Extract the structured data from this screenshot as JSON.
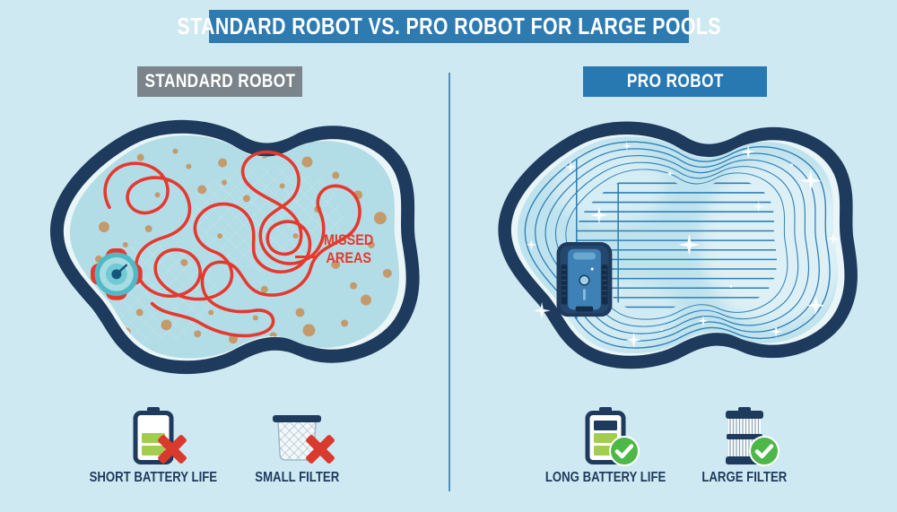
{
  "banner": {
    "title": "STANDARD ROBOT VS. PRO ROBOT FOR LARGE POOLS"
  },
  "standard": {
    "header": "STANDARD ROBOT",
    "pool_annotation": {
      "line1": "MISSED",
      "line2": "AREAS"
    },
    "features": [
      {
        "icon": "battery-low-icon",
        "status_icon": "x-mark-icon",
        "status": "negative",
        "label": "SHORT BATTERY LIFE"
      },
      {
        "icon": "mesh-net-filter-icon",
        "status_icon": "x-mark-icon",
        "status": "negative",
        "label": "SMALL FILTER"
      }
    ]
  },
  "pro": {
    "header": "PRO ROBOT",
    "features": [
      {
        "icon": "battery-full-icon",
        "status_icon": "check-mark-icon",
        "status": "positive",
        "label": "LONG BATTERY LIFE"
      },
      {
        "icon": "cartridge-filter-icon",
        "status_icon": "check-mark-icon",
        "status": "positive",
        "label": "LARGE FILTER"
      }
    ]
  },
  "colors": {
    "background": "#cfe9f2",
    "banner_blue": "#2e7bb1",
    "header_gray": "#7b848a",
    "header_pro_blue": "#2878b2",
    "navy": "#1e3a5c",
    "pool_ring": "#eaf5f8",
    "water_left": "#b2dce6",
    "water_right": "#bfe3ee",
    "path_red": "#e5392e",
    "cross_red": "#d93a2d",
    "check_green": "#4db848",
    "battery_green": "#a2cd4e",
    "dirt_brown": "#c49a6b",
    "clean_line_blue": "#2f7fb5",
    "divider_blue": "#4a92c3"
  }
}
